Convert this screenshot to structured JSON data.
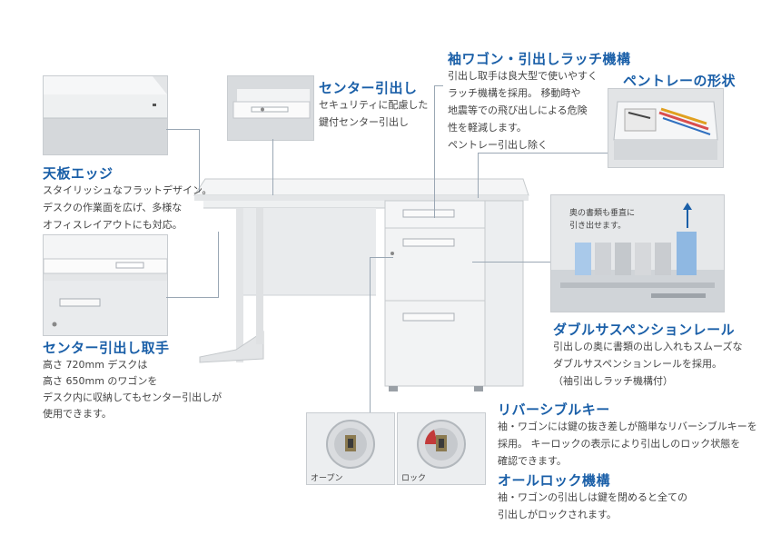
{
  "features": {
    "tenban_edge": {
      "title": "天板エッジ",
      "lines": [
        "スタイリッシュなフラットデザイン。",
        "デスクの作業面を広げ、多様な",
        "オフィスレイアウトにも対応。"
      ]
    },
    "center_drawer": {
      "title": "センター引出し",
      "lines": [
        "セキュリティに配慮した",
        "鍵付センター引出し"
      ]
    },
    "wagon_latch": {
      "title": "袖ワゴン・引出しラッチ機構",
      "lines": [
        "引出し取手は良大型で使いやすく",
        "ラッチ機構を採用。 移動時や",
        "地震等での飛び出しによる危険",
        "性を軽減します。",
        "ペントレー引出し除く"
      ]
    },
    "pen_tray": {
      "title": "ペントレーの形状"
    },
    "center_handle": {
      "title": "センター引出し取手",
      "lines": [
        "高さ 720mm デスクは",
        "高さ 650mm のワゴンを",
        "デスク内に収納してもセンター引出しが",
        "使用できます。"
      ]
    },
    "double_rail": {
      "title": "ダブルサスペンションレール",
      "lines": [
        "引出しの奥に書類の出し入れもスムーズな",
        "ダブルサスペンションレールを採用。",
        "（袖引出しラッチ機構付）"
      ],
      "photo_caption": [
        "奥の書類も垂直に",
        "引き出せます。"
      ]
    },
    "reversible_key": {
      "title": "リバーシブルキー",
      "lines": [
        "袖・ワゴンには鍵の抜き差しが簡単なリバーシブルキーを",
        "採用。 キーロックの表示により引出しのロック状態を",
        "確認できます。"
      ],
      "open_label": "オープン",
      "lock_label": "ロック"
    },
    "all_lock": {
      "title": "オールロック機構",
      "lines": [
        "袖・ワゴンの引出しは鍵を閉めると全ての",
        "引出しがロックされます。"
      ]
    }
  },
  "colors": {
    "title": "#1a5fa8",
    "desk": "#eceeef",
    "photo_border": "#c8ccd0",
    "accent_blue": "#1a5fa8"
  }
}
